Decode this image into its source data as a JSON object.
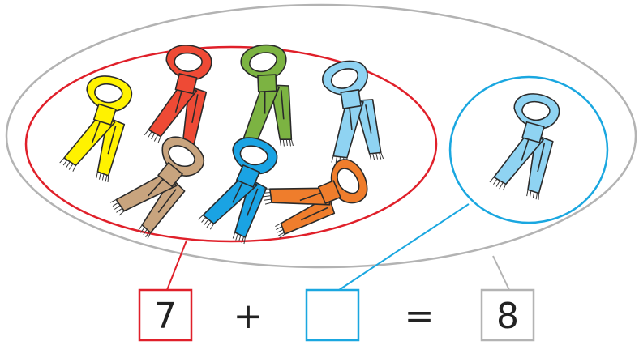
{
  "equation": {
    "left_value": "7",
    "plus_sign": "+",
    "right_value": "",
    "equals_sign": "=",
    "total_value": "8"
  },
  "colors": {
    "outer_ellipse": "#b3b3b3",
    "left_group": "#e0202a",
    "right_group": "#1aa7e0",
    "total_box": "#b3b3b3"
  },
  "scarves": {
    "left_group": [
      "yellow",
      "red",
      "green",
      "light-blue",
      "tan",
      "blue",
      "orange"
    ],
    "right_group": [
      "light-blue"
    ]
  },
  "scarf_colors": {
    "yellow": "#fff200",
    "red": "#ee4a35",
    "green": "#7cb342",
    "light-blue": "#8fd3f2",
    "tan": "#c8a47e",
    "blue": "#1aa3e3",
    "orange": "#ef7d2c"
  }
}
